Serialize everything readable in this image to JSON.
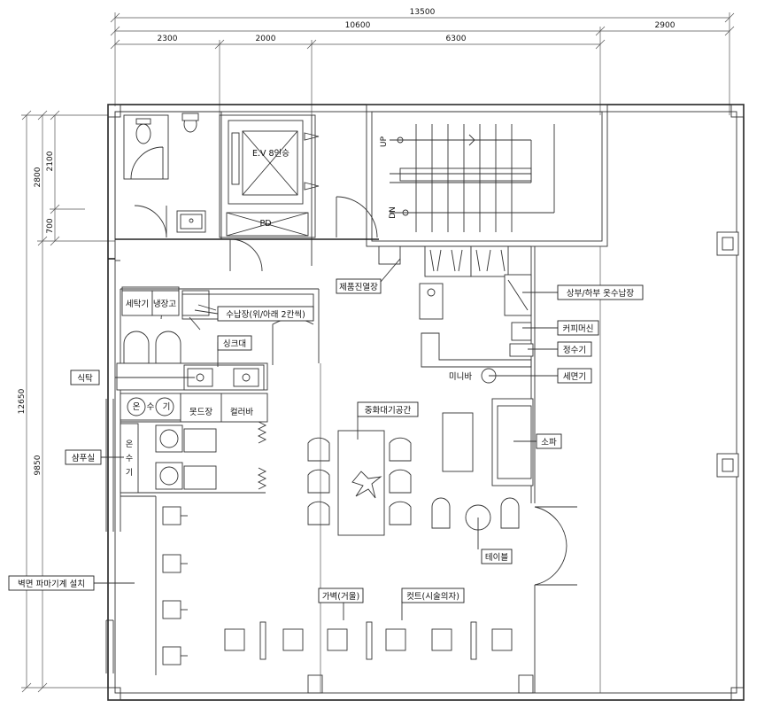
{
  "dimensions": {
    "top_total": "13500",
    "top_mid": "10600",
    "top_right": "2900",
    "top_a": "2300",
    "top_b": "2000",
    "top_c": "6300",
    "left_total": "12650",
    "left_upper": "2800",
    "left_lower": "9850",
    "left_a": "2100",
    "left_b": "700"
  },
  "core": {
    "elevator": "E.V 8인승",
    "pd": "PD",
    "stair_up": "UP",
    "stair_dn": "DN"
  },
  "rooms": {
    "washer": "세탁기",
    "fridge": "냉장고",
    "sink_cabinet": "싱크대",
    "shampoo_letters": [
      "온",
      "수",
      "기"
    ],
    "hot_water_letters": [
      "온",
      "수",
      "기"
    ],
    "boot_cabinet": "못드장",
    "color_bar": "컬러바",
    "mini_bar": "미니바"
  },
  "labels": {
    "product_display": "제품진열장",
    "upper_lower_closet": "상부/하부 옷수납장",
    "storage": "수납장(위/아래 2칸씩)",
    "sink": "싱크대",
    "coffee_machine": "커피머신",
    "water_purifier": "정수기",
    "washbasin": "세면기",
    "dining": "식탁",
    "waiting_area": "중화대기공간",
    "shampoo_room": "샴푸실",
    "sofa": "소파",
    "table": "테이블",
    "wall_perm": "벽면 파마기계 설치",
    "partition_mirror": "가벽(거울)",
    "cut_station": "컷트(시술의자)"
  }
}
